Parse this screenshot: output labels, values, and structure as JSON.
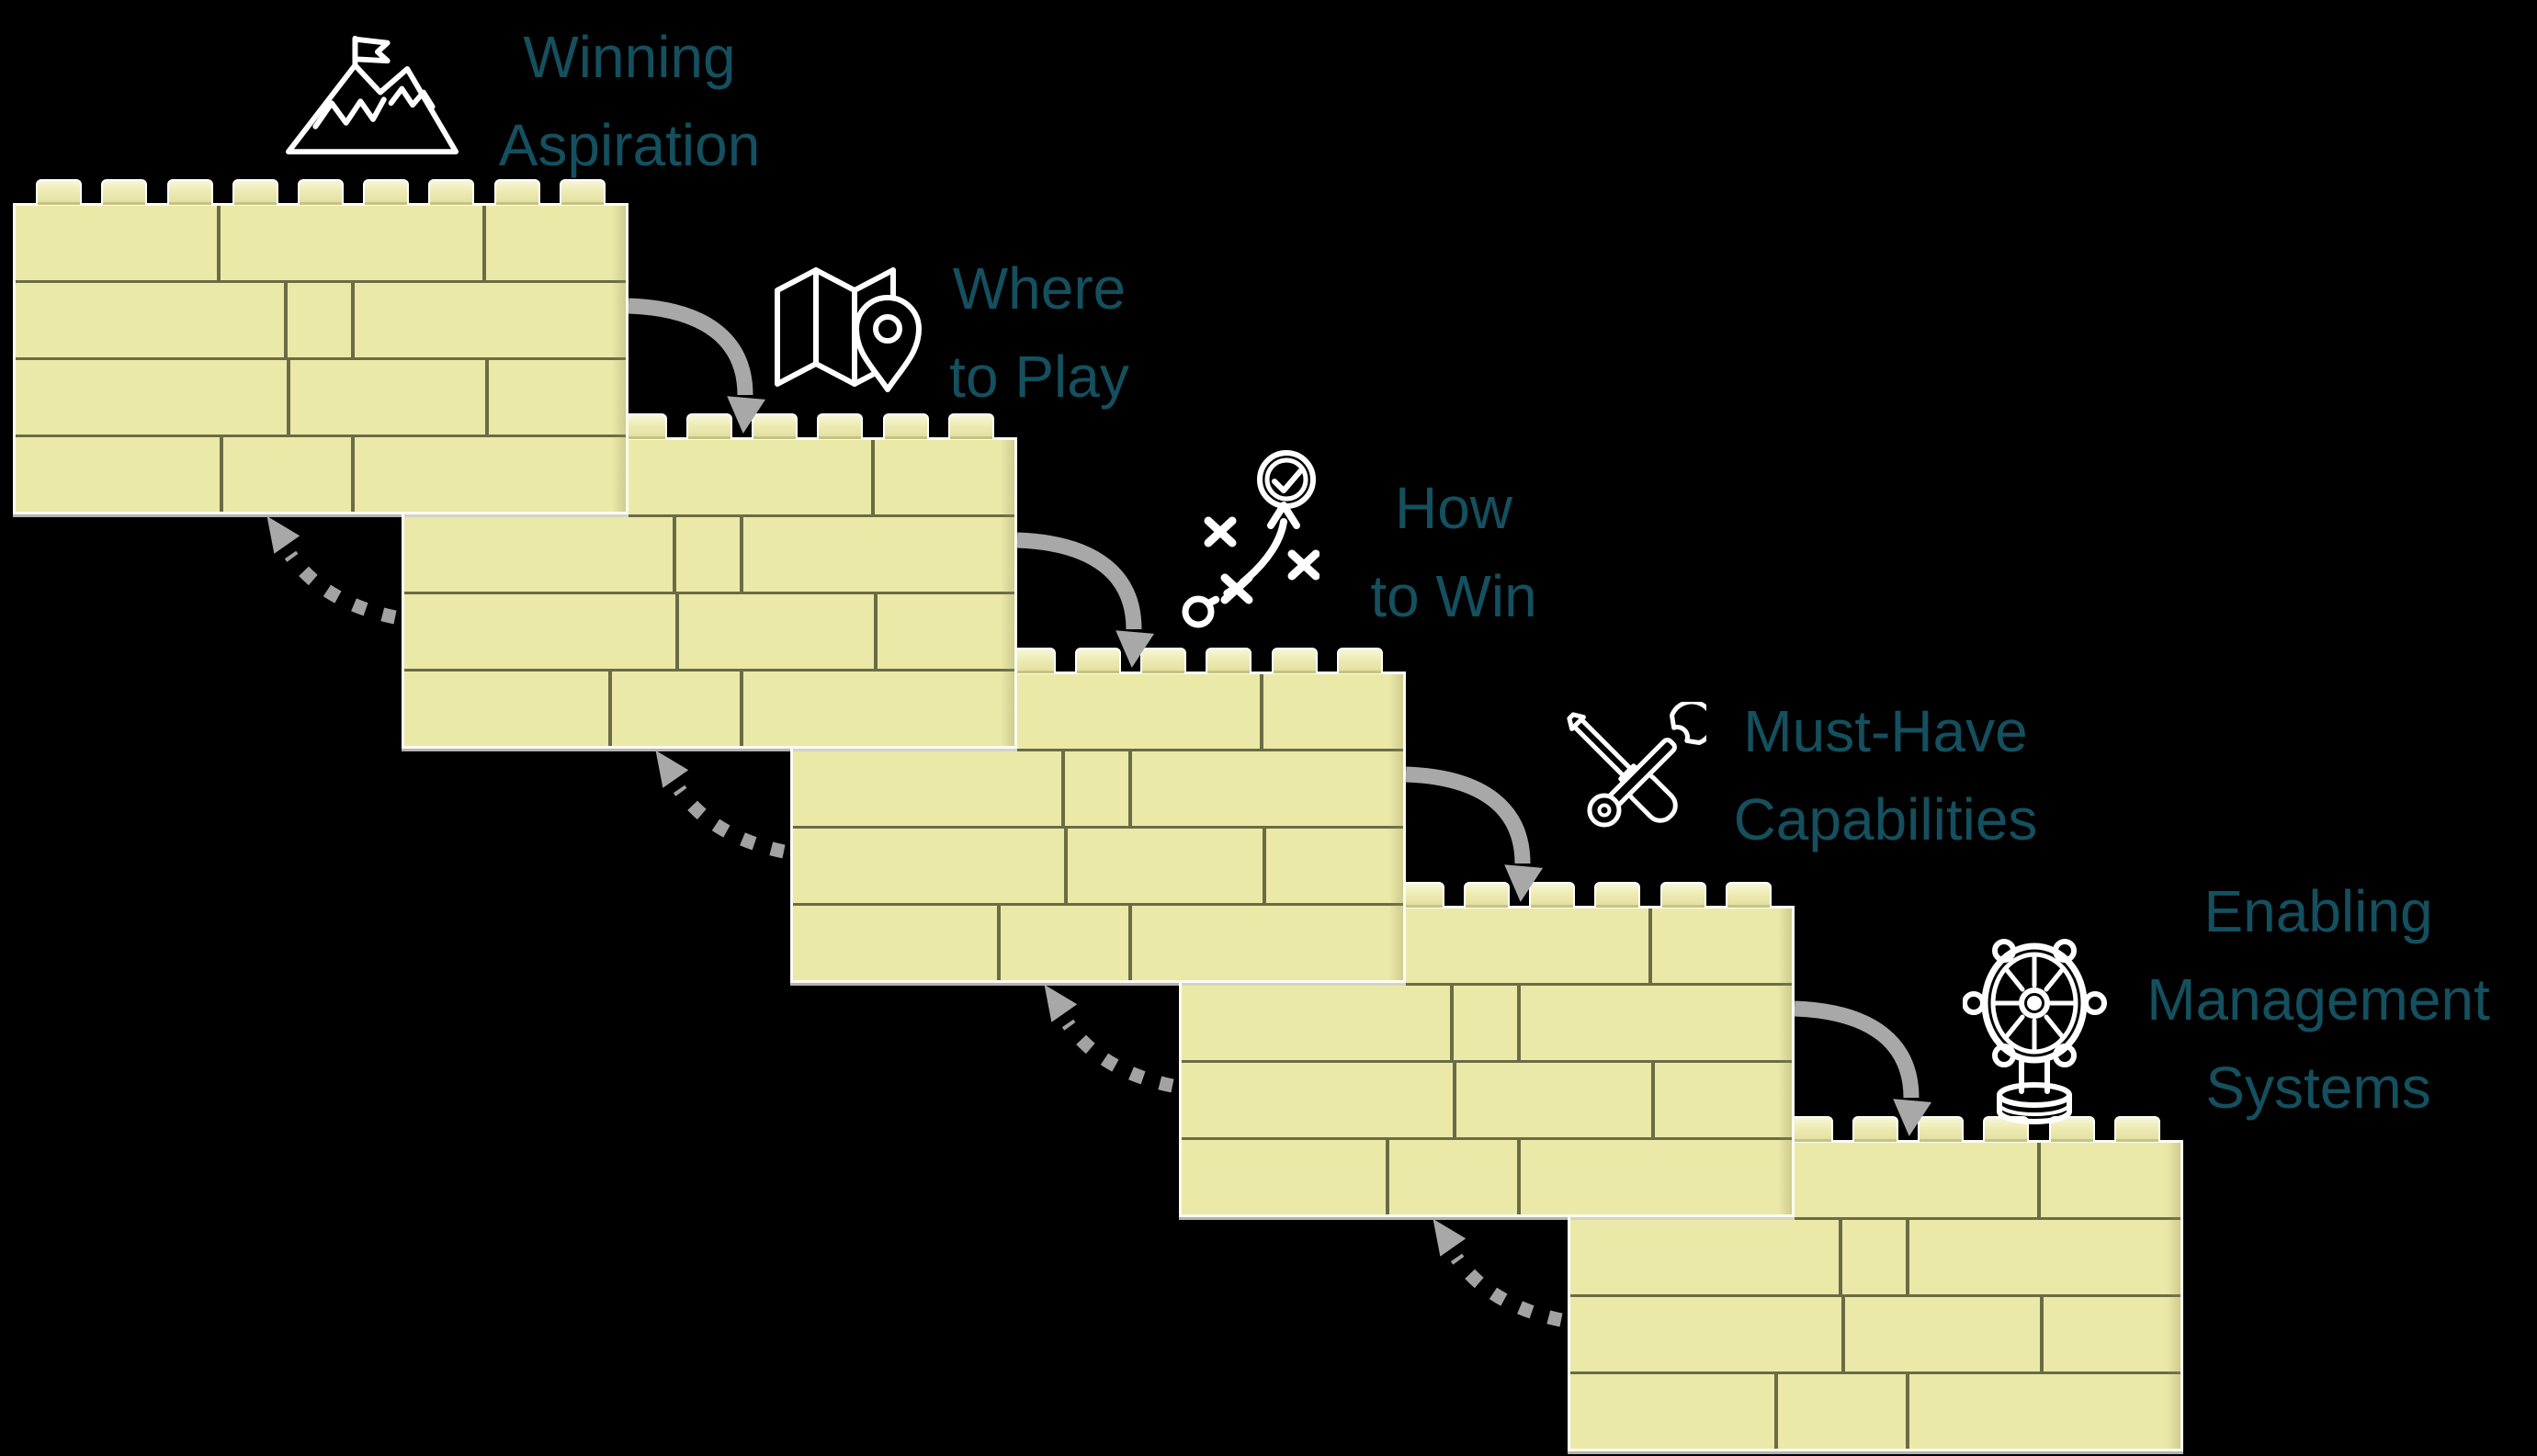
{
  "colors": {
    "background": "#000000",
    "brick": "#ebe9a8",
    "stud_highlight": "#f7f6d8",
    "mortar": "#6b6b45",
    "label_text": "#14505f",
    "arrow": "#a8a8a8",
    "icon_stroke": "#ffffff"
  },
  "steps": [
    {
      "label_lines": [
        "Winning",
        "Aspiration"
      ],
      "icon": "mountain-flag-icon"
    },
    {
      "label_lines": [
        "Where",
        "to Play"
      ],
      "icon": "folded-map-location-pin-icon"
    },
    {
      "label_lines": [
        "How",
        "to Win"
      ],
      "icon": "strategy-play-icon"
    },
    {
      "label_lines": [
        "Must-Have",
        "Capabilities"
      ],
      "icon": "screwdriver-wrench-icon"
    },
    {
      "label_lines": [
        "Enabling",
        "Management",
        "Systems"
      ],
      "icon": "ship-helm-icon"
    }
  ],
  "flow": {
    "forward_arrows": 4,
    "forward_style": "solid",
    "feedback_arrows": 4,
    "feedback_style": "dotted"
  }
}
